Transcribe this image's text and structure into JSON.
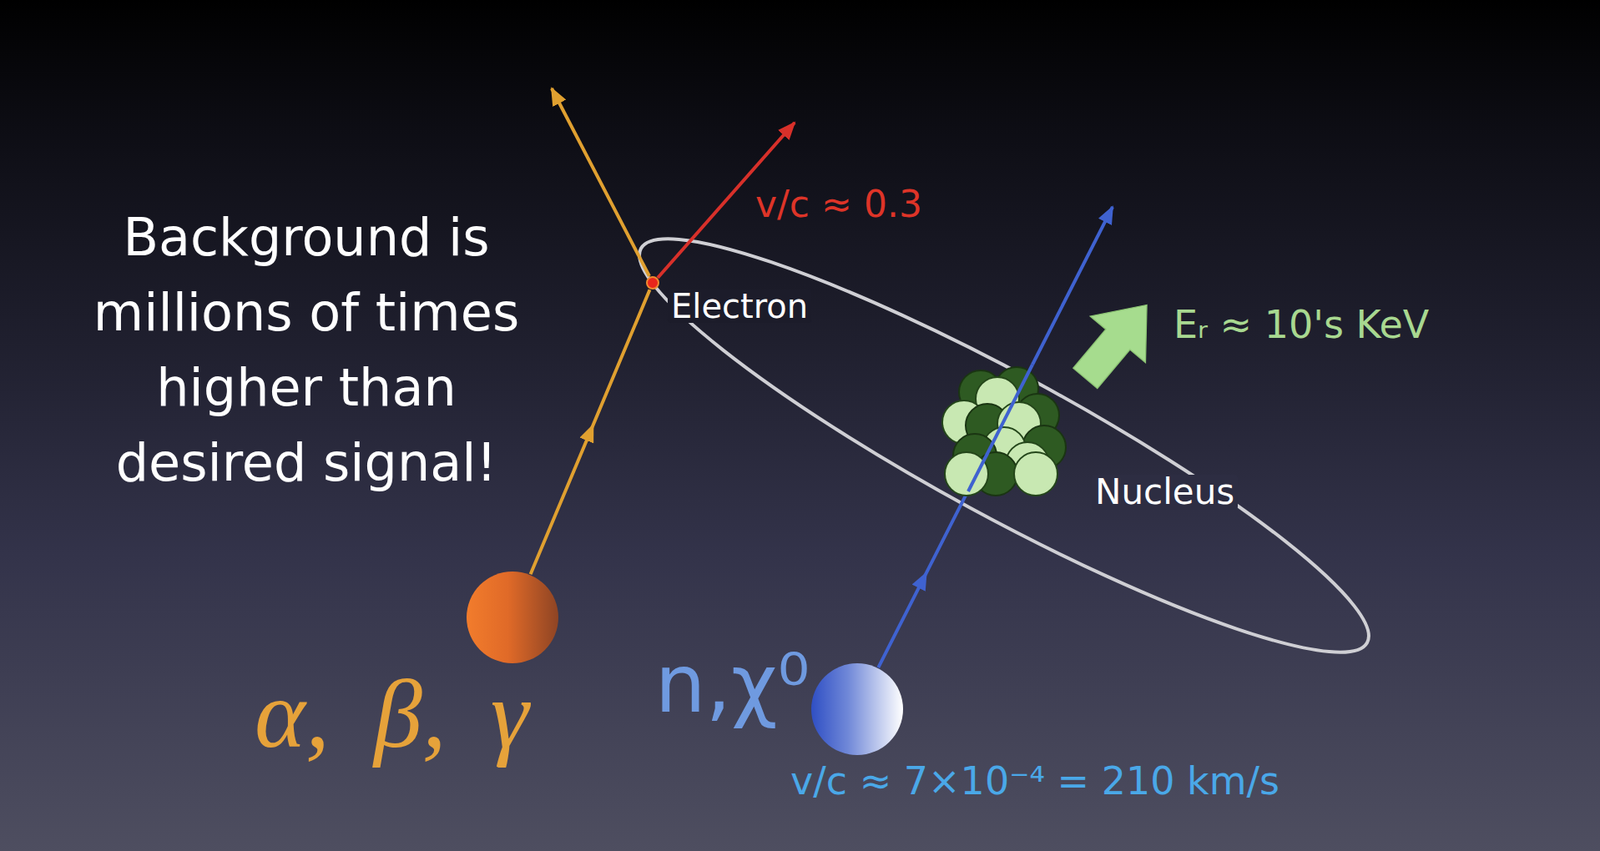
{
  "diagram": {
    "nodes": [
      {
        "text": [
          "α, β, γ"
        ]
      },
      {
        "text": [
          "Electron"
        ]
      },
      {
        "text": [
          "n,χ⁰"
        ]
      },
      {
        "text": [
          "Nucleus"
        ]
      }
    ],
    "edges": [
      {
        "from": 0,
        "to": 1,
        "arrow": "to"
      },
      {
        "from": 2,
        "to": 3,
        "arrow": "to"
      }
    ],
    "labels": [
      "Background is millions of times higher than desired signal!",
      "v/c ≈ 0.3",
      "Eᵣ ≈ 10's KeV",
      "v/c ≈ 7×10⁻⁴ = 210 km/s"
    ]
  }
}
